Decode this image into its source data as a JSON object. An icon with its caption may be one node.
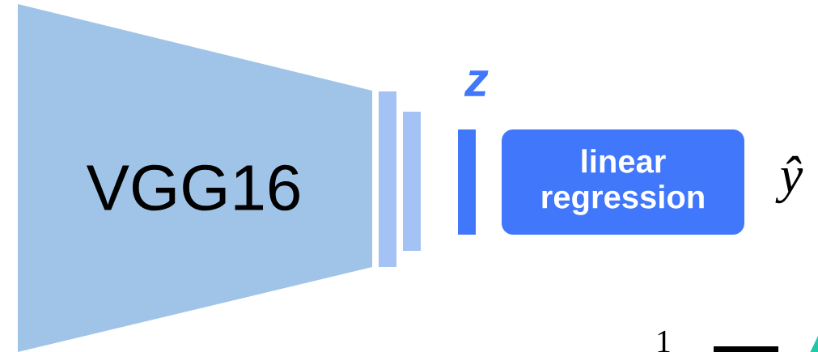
{
  "diagram": {
    "nodes": [
      {
        "text": [
          "VGG16"
        ]
      },
      {
        "text": [],
        "shape": "bar"
      },
      {
        "text": [],
        "shape": "bar"
      },
      {
        "text": [],
        "shape": "bar",
        "beside": [
          "z"
        ]
      },
      {
        "text": [
          "linear regression"
        ]
      }
    ],
    "labels": [
      "ŷ",
      "1"
    ]
  }
}
